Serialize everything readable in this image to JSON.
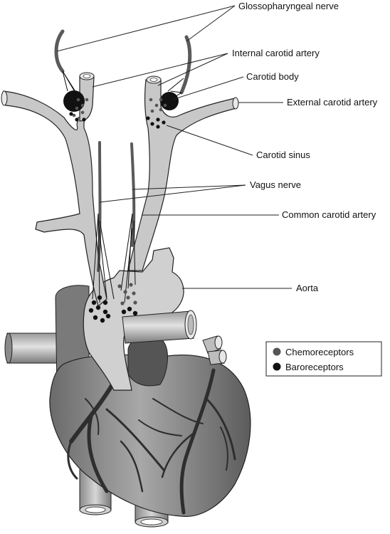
{
  "labels": {
    "glossopharyngeal_nerve": "Glossopharyngeal nerve",
    "internal_carotid_artery": "Internal carotid artery",
    "carotid_body": "Carotid body",
    "external_carotid_artery": "External carotid artery",
    "carotid_sinus": "Carotid sinus",
    "vagus_nerve": "Vagus nerve",
    "common_carotid_artery": "Common carotid artery",
    "aorta": "Aorta"
  },
  "legend": {
    "chemoreceptors": "Chemoreceptors",
    "baroreceptors": "Baroreceptors"
  },
  "colors": {
    "chemoreceptor_dot": "#555555",
    "baroreceptor_dot": "#111111",
    "artery_fill": "#c9c9c9",
    "nerve": "#5a5a5a"
  }
}
